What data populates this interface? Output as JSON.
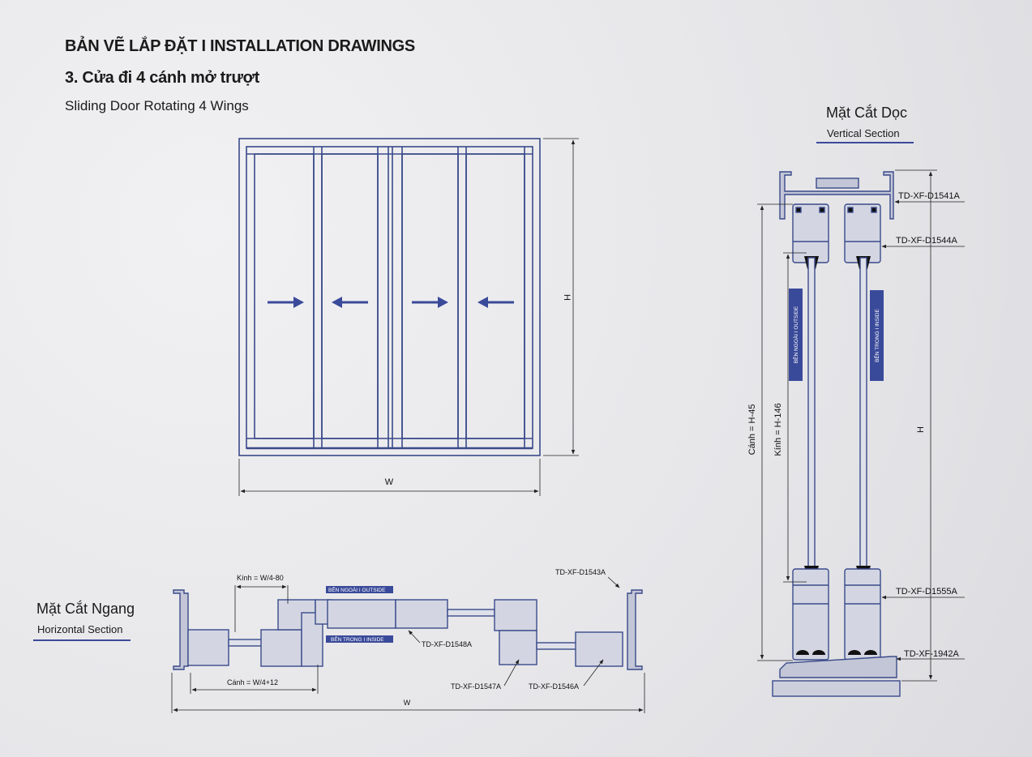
{
  "header": {
    "title": "BẢN VẼ LẮP ĐẶT  I  INSTALLATION DRAWINGS",
    "subtitle": "3. Cửa đi 4 cánh mở trượt",
    "description": "Sliding Door Rotating 4 Wings"
  },
  "elevation": {
    "height_label": "H",
    "width_label": "W"
  },
  "vertical_section": {
    "title": "Mặt Cắt Dọc",
    "subtitle": "Vertical Section",
    "parts": [
      "TD-XF-D1541A",
      "TD-XF-D1544A",
      "TD-XF-D1555A",
      "TD-XF-1942A"
    ],
    "sash_dim": "Cánh = H-45",
    "glass_dim": "Kính = H-146",
    "height_label": "H",
    "outside_label": "BÊN NGOÀI  I OUTSIDE",
    "inside_label": "BÊN TRONG  I INSIDE"
  },
  "horizontal_section": {
    "title": "Mặt Cắt Ngang",
    "subtitle": "Horizontal Section",
    "glass_dim": "Kính = W/4-80",
    "sash_dim": "Cánh = W/4+12",
    "width_label": "W",
    "outside_label": "BÊN NGOÀI  I OUTSIDE",
    "inside_label": "BÊN TRONG  I INSIDE",
    "parts": {
      "d1543": "TD-XF-D1543A",
      "d1548": "TD-XF-D1548A",
      "d1547": "TD-XF-D1547A",
      "d1546": "TD-XF-D1546A"
    }
  },
  "colors": {
    "line": "#3a4a8a",
    "profile_fill": "#c3c6d6",
    "label_box": "#3a4a9a"
  }
}
